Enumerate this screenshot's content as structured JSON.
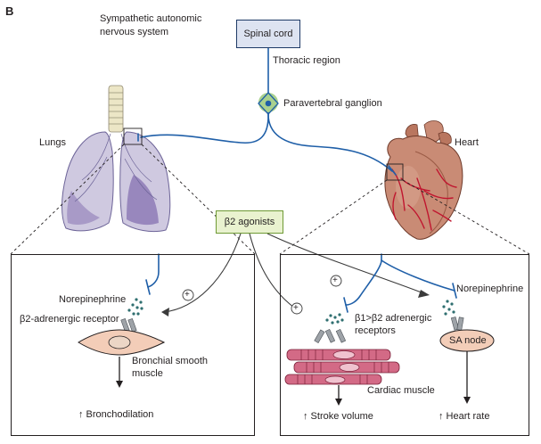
{
  "panel_letter": "B",
  "title": "Sympathetic autonomic\nnervous system",
  "labels": {
    "spinal_cord": "Spinal cord",
    "thoracic_region": "Thoracic region",
    "paravertebral_ganglion": "Paravertebral ganglion",
    "lungs": "Lungs",
    "heart": "Heart",
    "b2_agonists": "β2 agonists",
    "left_norepinephrine": "Norepinephrine",
    "b2_adrenergic_receptor": "β2-adrenergic receptor",
    "bronchial_smooth_muscle": "Bronchial smooth\nmuscle",
    "bronchodilation": "↑ Bronchodilation",
    "right_norepinephrine": "Norepinephrine",
    "b1_b2_receptors": "β1>β2 adrenergic\nreceptors",
    "sa_node": "SA node",
    "cardiac_muscle": "Cardiac muscle",
    "stroke_volume": "↑ Stroke volume",
    "heart_rate": "↑ Heart rate",
    "plus_sign": "+"
  },
  "colors": {
    "nerve": "#1f5fa8",
    "ganglion": "#a9d18e",
    "lung_fill": "#c9c3dc",
    "lung_dark": "#8e7bb6",
    "heart_fill": "#c98b75",
    "vessel": "#c0162f",
    "muscle_cell": "#f3cdb8",
    "cardiac_fiber": "#d36a86",
    "dots": "#2f6f70"
  }
}
